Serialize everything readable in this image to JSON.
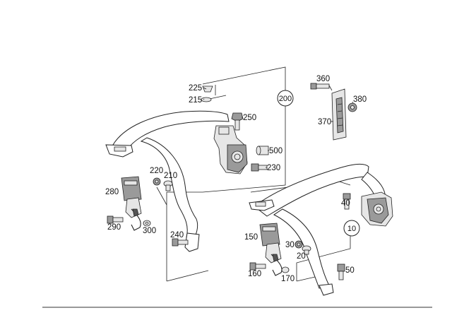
{
  "labels": {
    "p225": "225",
    "p215": "215",
    "p250": "250",
    "p500": "500",
    "p230": "230",
    "p220": "220",
    "p210": "210",
    "p280": "280",
    "p290": "290",
    "p300": "300",
    "p240": "240",
    "p360": "360",
    "p380": "380",
    "p370": "370",
    "p40": "40",
    "p150": "150",
    "p30": "30",
    "p20": "20",
    "p160": "160",
    "p170": "170",
    "p50": "50"
  },
  "circled": {
    "c200": "200",
    "c10": "10"
  }
}
